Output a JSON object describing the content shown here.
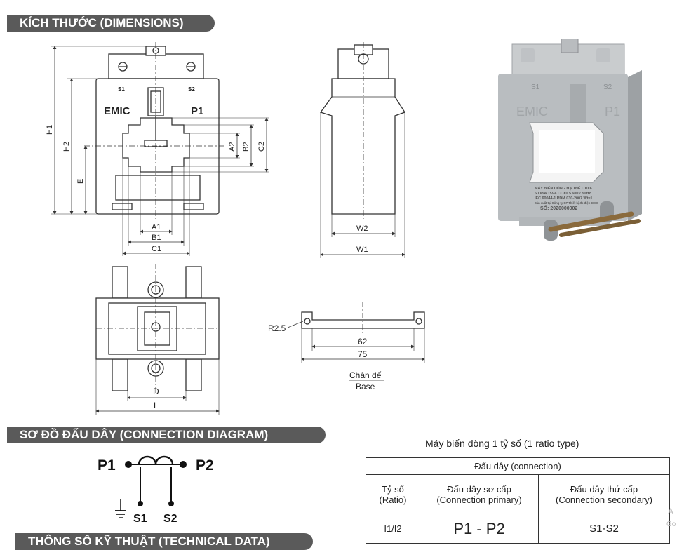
{
  "sections": {
    "dimensions": "KÍCH THƯỚC (DIMENSIONS)",
    "connection": "SƠ ĐỒ ĐẤU DÂY (CONNECTION DIAGRAM)",
    "technical": "THÔNG SỐ KỸ THUẬT  (TECHNICAL DATA)"
  },
  "front_view": {
    "brand": "EMIC",
    "p1": "P1",
    "s1": "S1",
    "s2": "S2",
    "dims": {
      "h1": "H1",
      "h2": "H2",
      "e": "E",
      "a2": "A2",
      "b2": "B2",
      "c2": "C2",
      "a1": "A1",
      "b1": "B1",
      "c1": "C1"
    }
  },
  "side_view": {
    "w2": "W2",
    "w1": "W1"
  },
  "bottom_view": {
    "d": "D",
    "l": "L"
  },
  "base_view": {
    "radius": "R2.5",
    "inner": "62",
    "outer": "75",
    "caption_vi": "Chân đế",
    "caption_en": "Base"
  },
  "photo": {
    "s1": "S1",
    "s2": "S2",
    "brand": "EMIC",
    "p1": "P1",
    "label_lines": [
      "MÁY BIẾN DÒNG HẠ THẾ CT0.6",
      "500/5A 15VA CCX0.5 600V 50Hz",
      "IEC 60044-1 PDM 030-2007 Wt=1",
      "Sản xuất tại Công ty CP Thiết bị đo điện EMIC",
      "SỐ: 2020000002"
    ]
  },
  "wiring": {
    "p1": "P1",
    "p2": "P2",
    "s1": "S1",
    "s2": "S2"
  },
  "table": {
    "caption": "Máy biến dòng 1 tỷ số (1 ratio type)",
    "header": "Đấu dây (connection)",
    "col1_vi": "Tỷ số",
    "col1_en": "(Ratio)",
    "col2_vi": "Đấu dây sơ cấp",
    "col2_en": "(Connection primary)",
    "col3_vi": "Đấu dây thứ cấp",
    "col3_en": "(Connection secondary)",
    "row_ratio": "I1/I2",
    "row_primary": "P1 - P2",
    "row_secondary": "S1-S2"
  },
  "watermark": {
    "line1": "A",
    "line2": "Go"
  }
}
